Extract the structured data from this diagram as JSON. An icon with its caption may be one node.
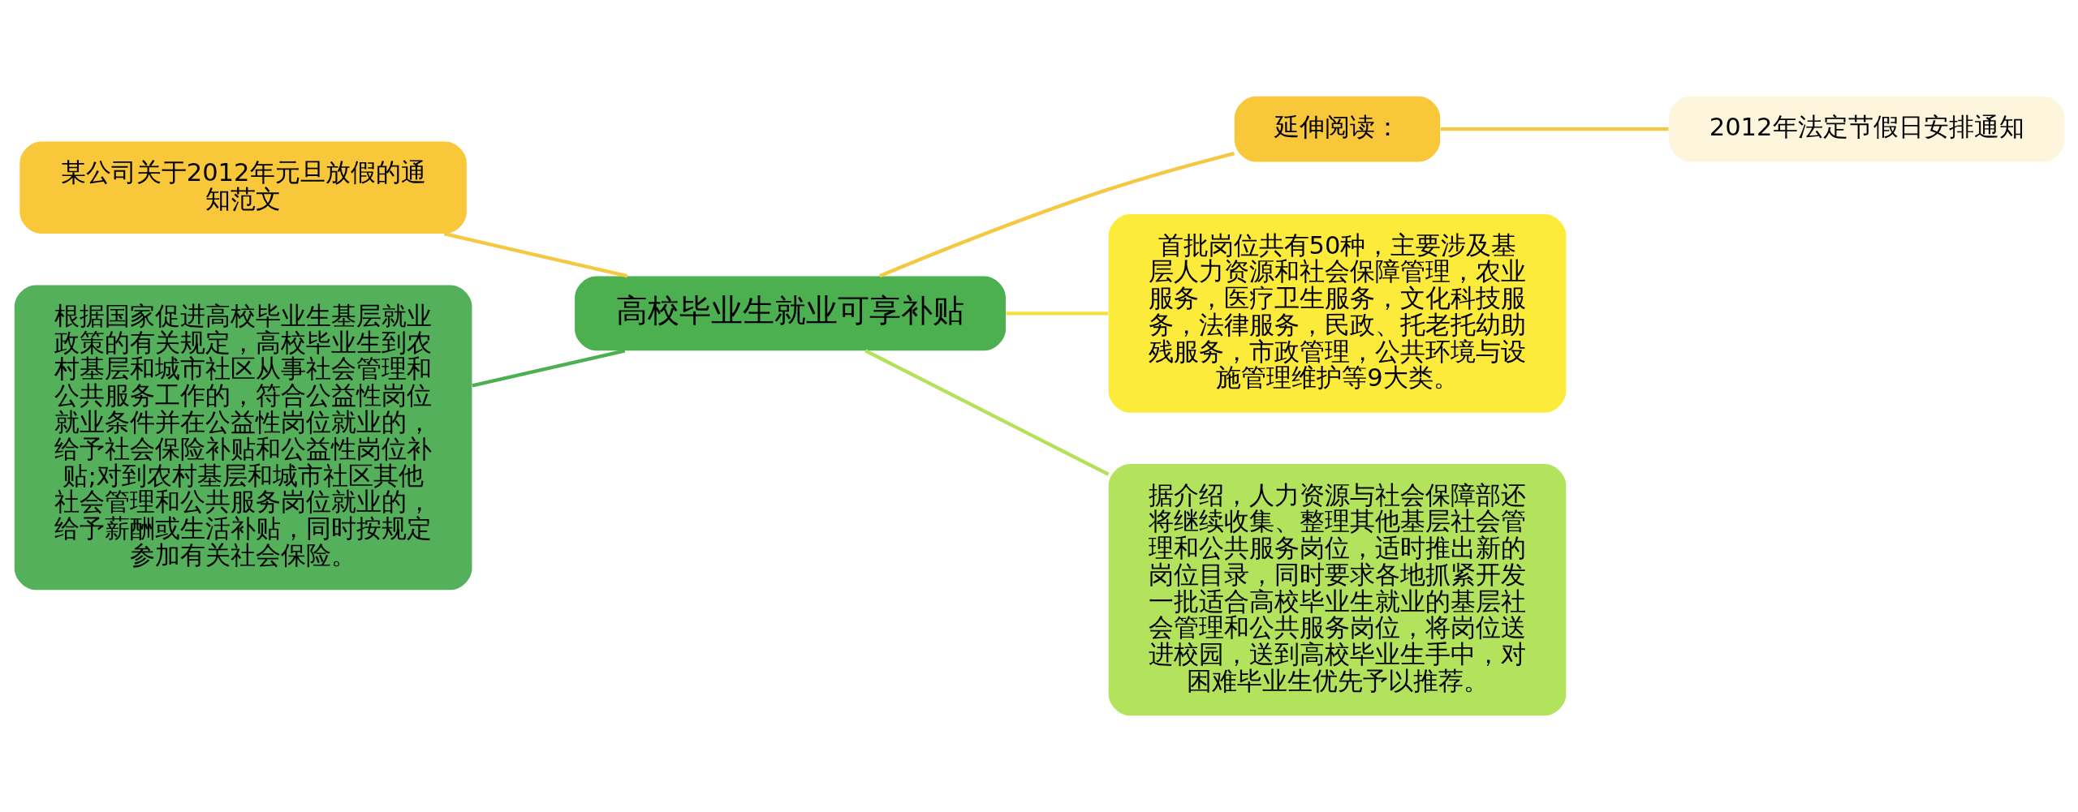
{
  "diagram": {
    "nodes": [
      {
        "text": [
          "高校毕业生就业可享补贴"
        ]
      },
      {
        "text": [
          "延伸阅读："
        ]
      },
      {
        "text": [
          "2012年法定节假日安排通知"
        ]
      },
      {
        "text": [
          "首批岗位共有50种，主要涉及基层人力资源和社会保障管理，农业服务，医疗卫生服务，文化科技服务，法律服务，民政、托老托幼助残服务，市政管理，公共环境与设施管理维护等9大类。"
        ]
      },
      {
        "text": [
          "据介绍，人力资源与社会保障部还将继续收集、整理其他基层社会管理和公共服务岗位，适时推出新的岗位目录，同时要求各地抓紧开发一批适合高校毕业生就业的基层社会管理和公共服务岗位，将岗位送进校园，送到高校毕业生手中，对困难毕业生优先予以推荐。"
        ]
      },
      {
        "text": [
          "某公司关于2012年元旦放假的通知范文"
        ]
      },
      {
        "text": [
          "根据国家促进高校毕业生基层就业政策的有关规定，高校毕业生到农村基层和城市社区从事社会管理和公共服务工作的，符合公益性岗位就业条件并在公益性岗位就业的，给予社会保险补贴和公益性岗位补贴;对到农村基层和城市社区其他社会管理和公共服务岗位就业的，给予薪酬或生活补贴，同时按规定参加有关社会保险。"
        ]
      }
    ],
    "edges": [
      {
        "from": 0,
        "to": 1,
        "arrow": "none",
        "color": "#f5c842"
      },
      {
        "from": 1,
        "to": 2,
        "arrow": "none",
        "color": "#f5c842"
      },
      {
        "from": 0,
        "to": 3,
        "arrow": "none",
        "color": "#f5e03a"
      },
      {
        "from": 0,
        "to": 4,
        "arrow": "none",
        "color": "#b5e05a"
      },
      {
        "from": 0,
        "to": 5,
        "arrow": "none",
        "color": "#f5c842"
      },
      {
        "from": 0,
        "to": 6,
        "arrow": "none",
        "color": "#4caf50"
      }
    ]
  }
}
